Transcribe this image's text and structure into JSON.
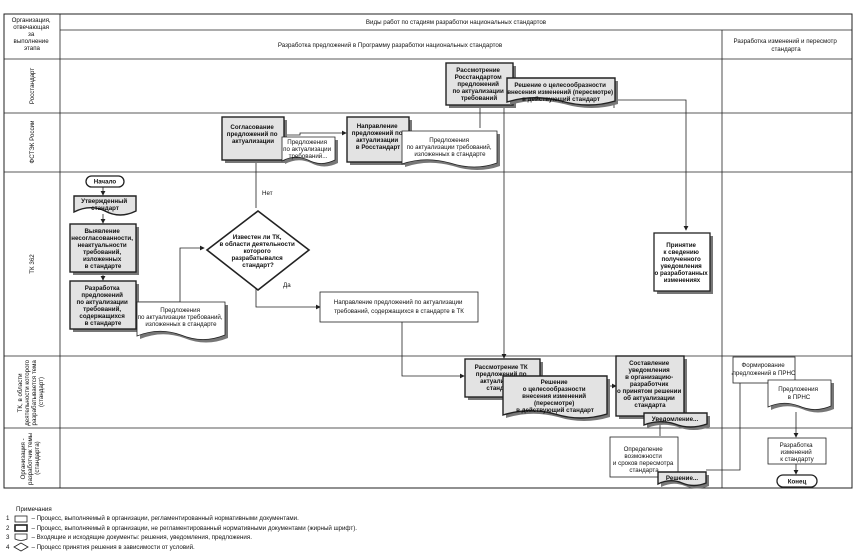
{
  "header": {
    "org_column": [
      "Организация,",
      "отвечающая",
      "за",
      "выполнение",
      "этапа"
    ],
    "title": "Виды работ по стадиям разработки национальных стандартов",
    "stage1": "Разработка предложений в Программу разработки национальных стандартов",
    "stage2": [
      "Разработка изменений и пересмотр",
      "стандарта"
    ]
  },
  "lanes": {
    "rosstandart": "Росстандарт",
    "fsteck": "ФСТЭК России",
    "tk362": "ТК 362",
    "tk_area": [
      "ТК, в области",
      "деятельности которого",
      "разрабатывается тема",
      "(стандарт)"
    ],
    "org_dev": [
      "Организация -",
      "разработчик темы",
      "(стандарта)"
    ]
  },
  "nodes": {
    "start": "Начало",
    "approved_std": [
      "Утвержденный",
      "стандарт"
    ],
    "identify": [
      "Выявление",
      "несогласованности,",
      "неактуальности",
      "требований,",
      "изложенных",
      "в стандарте"
    ],
    "develop_prop": [
      "Разработка",
      "предложений",
      "по актуализации",
      "требований,",
      "содержащихся",
      "в стандарте"
    ],
    "doc_prop": [
      "Предложения",
      "по актуализации требований,",
      "изложенных в стандарте"
    ],
    "decision": [
      "Известен ли ТК,",
      "в области деятельности",
      "которого",
      "разрабатывался",
      "стандарт?"
    ],
    "no": "Нет",
    "yes": "Да",
    "agree": [
      "Согласование",
      "предложений по",
      "актуализации"
    ],
    "doc_agree": [
      "Предложения",
      "по актуализации",
      "требований..."
    ],
    "direct_ross": [
      "Направление",
      "предложений по",
      "актуализации",
      "в Росстандарт"
    ],
    "doc_fsteck": [
      "Предложения",
      "по актуализации требований,",
      "изложенных в стандарте"
    ],
    "review_ross": [
      "Рассмотрение",
      "Росстандартом",
      "предложений",
      "по актуализации",
      "требований"
    ],
    "decision_ross": [
      "Решение о целесообразности",
      "внесения изменений (пересмотре)",
      "в действующий стандарт"
    ],
    "accept": [
      "Принятие",
      "к сведению",
      "полученного",
      "уведомления",
      "о разработанных",
      "изменениях"
    ],
    "direct_tk": [
      "Направление предложений по актуализации",
      "требований, содержащихся в стандарте в ТК"
    ],
    "review_tk": [
      "Рассмотрение ТК",
      "предложений по",
      "актуализации",
      "стандарта"
    ],
    "decision_tk": [
      "Решение",
      "о целесообразности",
      "внесения изменений",
      "(пересмотре)",
      "в действующий стандарт"
    ],
    "notify": [
      "Составление",
      "уведомления",
      "в организацию-",
      "разработчик",
      "о принятом решении",
      "об актуализации",
      "стандарта"
    ],
    "doc_notify": "Уведомление...",
    "determine": [
      "Определение",
      "возможности",
      "и сроков пересмотра",
      "стандарта"
    ],
    "doc_decision": "Решение...",
    "form_prns": [
      "Формирование",
      "предложений в ПРНС"
    ],
    "doc_prns": [
      "Предложения",
      "в ПРНС"
    ],
    "develop_changes": [
      "Разработка",
      "изменений",
      "к стандарту"
    ],
    "end": "Конец"
  },
  "notes": {
    "title": "Примечания",
    "items": [
      {
        "num": "1",
        "text": "– Процесс, выполняемый в организации, регламентированный нормативными документами."
      },
      {
        "num": "2",
        "text": "– Процесс, выполняемый в организации, не регламентированный нормативными документами (жирный шрифт)."
      },
      {
        "num": "3",
        "text": "– Входящие и исходящие документы: решения, уведомления, предложения."
      },
      {
        "num": "4",
        "text": "– Процесс принятия решения в зависимости от условий."
      }
    ]
  }
}
